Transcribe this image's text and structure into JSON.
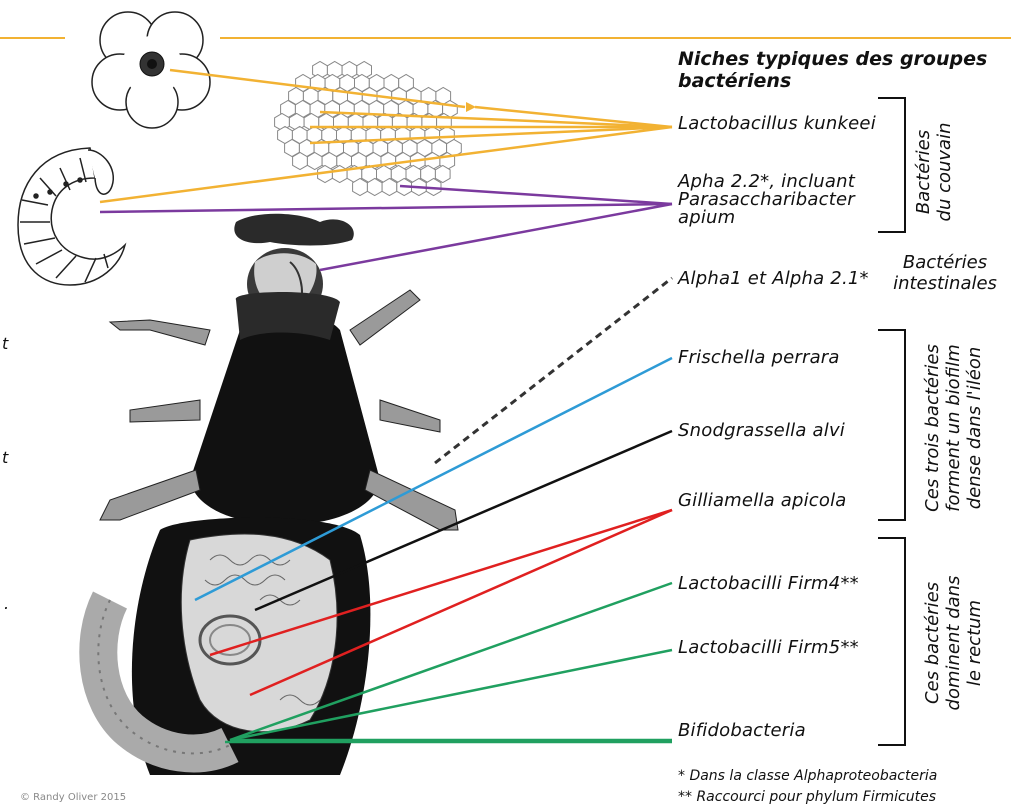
{
  "legend_title": "Niches typiques des groupes bactériens",
  "species": [
    {
      "id": "kunkeei",
      "label": "Lactobacillus kunkeei",
      "color": "#F2B233"
    },
    {
      "id": "alpha22",
      "label": "Apha 2.2*, incluant",
      "label2": "Parasaccharibacter",
      "label3": "apium",
      "color": "#7B3A9E"
    },
    {
      "id": "alpha1",
      "label": "Alpha1 et Alpha 2.1*",
      "color": "#333333"
    },
    {
      "id": "frischella",
      "label": "Frischella perrara",
      "color": "#2E9BD6"
    },
    {
      "id": "snodgrassella",
      "label": "Snodgrassella alvi",
      "color": "#111111"
    },
    {
      "id": "gilliamella",
      "label": "Gilliamella apicola",
      "color": "#E02020"
    },
    {
      "id": "firm4",
      "label": "Lactobacilli Firm4**",
      "color": "#20A060"
    },
    {
      "id": "firm5",
      "label": "Lactobacilli Firm5**",
      "color": "#20A060"
    },
    {
      "id": "bifido",
      "label": "Bifidobacteria",
      "color": "#20A060"
    }
  ],
  "groups": {
    "couvain": [
      "Bactéries",
      "du couvain"
    ],
    "intestinales": [
      "Bactéries",
      "intestinales"
    ],
    "ileon": [
      "Ces trois bactéries",
      "forment un biofilm",
      "dense dans l'iléon"
    ],
    "rectum": [
      "Ces bactéries",
      "dominent dans",
      "le rectum"
    ]
  },
  "footnotes": [
    "* Dans la classe Alphaproteobacteria",
    "** Raccourci pour phylum Firmicutes"
  ],
  "credit": "© Randy Oliver 2015",
  "cut_text": [
    "t",
    "t",
    "."
  ],
  "colors": {
    "frame": "#F2B233",
    "bee": "#1a1a1a",
    "gut": "#cfcfcf"
  }
}
